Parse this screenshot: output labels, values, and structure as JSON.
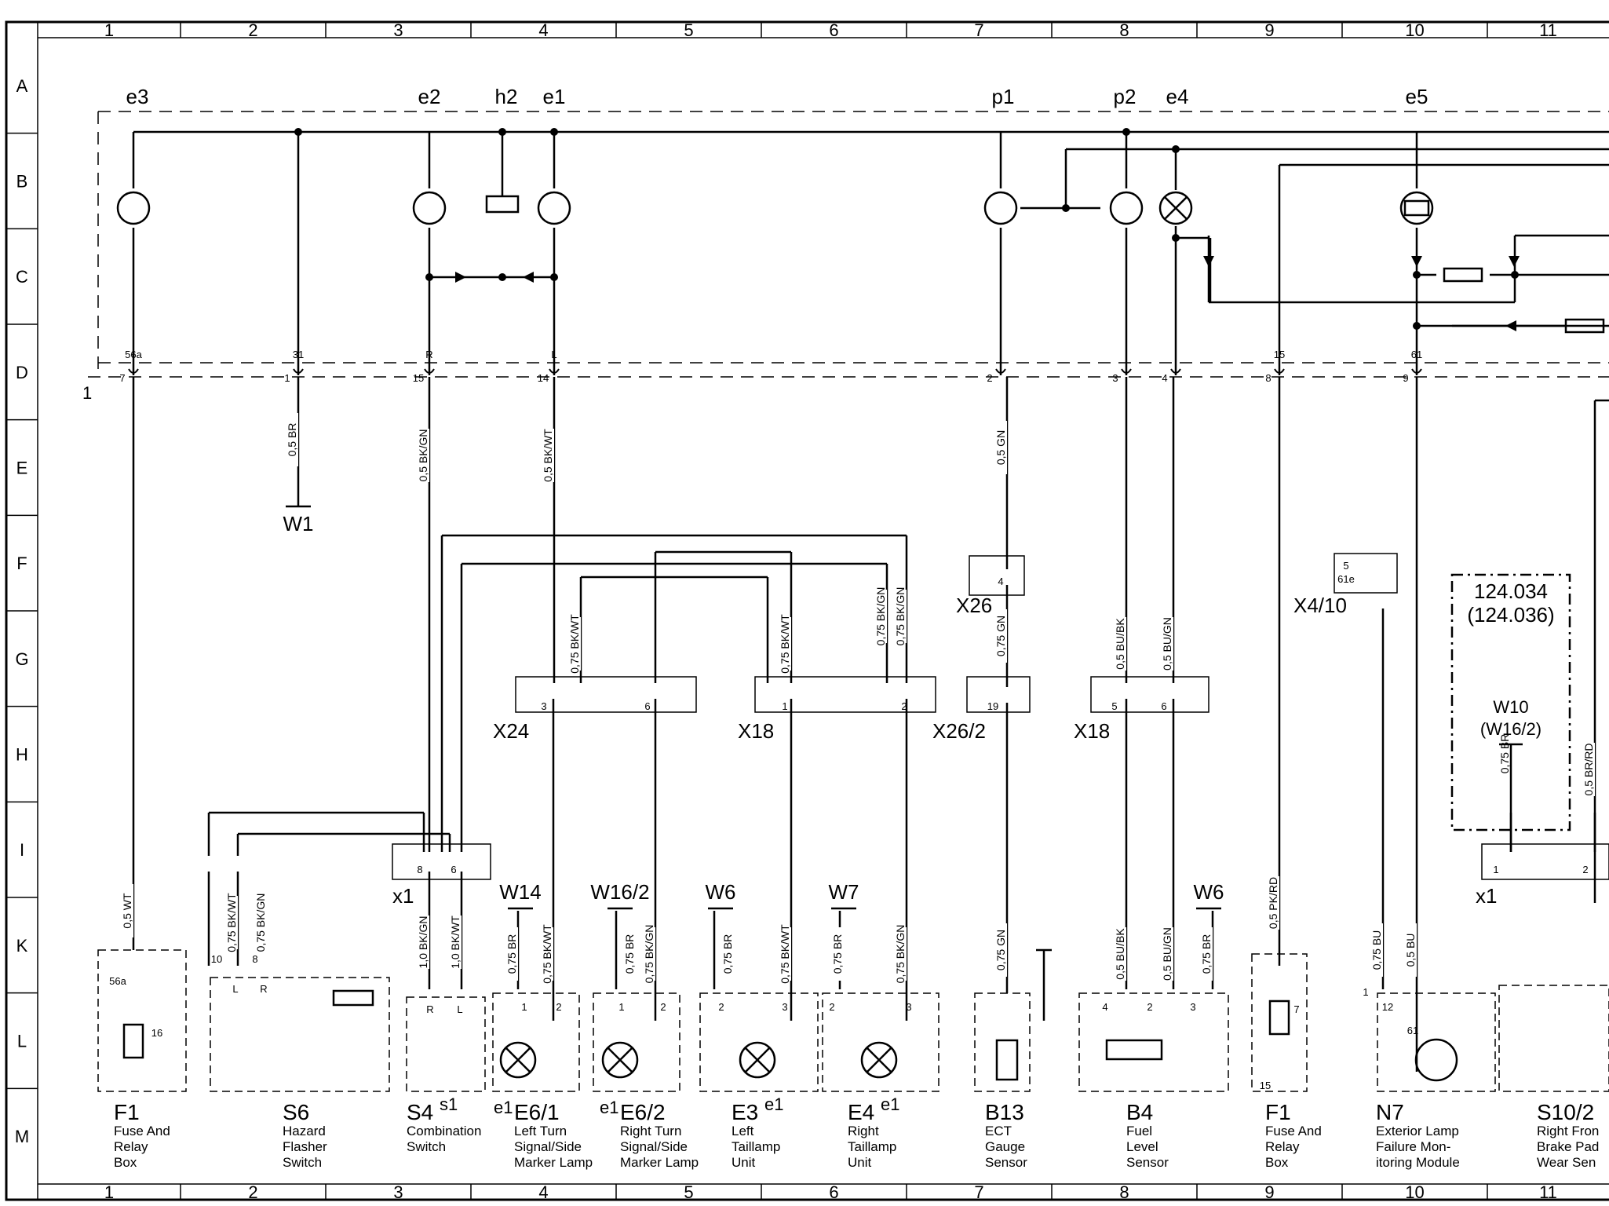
{
  "grid": {
    "columns": [
      "1",
      "2",
      "3",
      "4",
      "5",
      "6",
      "7",
      "8",
      "9",
      "10",
      "11"
    ],
    "rows": [
      "A",
      "B",
      "C",
      "D",
      "E",
      "F",
      "G",
      "H",
      "I",
      "K",
      "L",
      "M"
    ],
    "row_marker": "1"
  },
  "top_terminals": [
    {
      "label": "e3"
    },
    {
      "label": "e2"
    },
    {
      "label": "h2"
    },
    {
      "label": "e1"
    },
    {
      "label": "p1"
    },
    {
      "label": "p2"
    },
    {
      "label": "e4"
    },
    {
      "label": "e5"
    }
  ],
  "cluster_pins": [
    {
      "top": "56a",
      "bottom": "7"
    },
    {
      "top": "31",
      "bottom": "1"
    },
    {
      "top": "R",
      "bottom": "15"
    },
    {
      "top": "L",
      "bottom": "14"
    },
    {
      "top": "",
      "bottom": "2"
    },
    {
      "top": "",
      "bottom": "3"
    },
    {
      "top": "",
      "bottom": "4"
    },
    {
      "top": "15",
      "bottom": "8"
    },
    {
      "top": "61",
      "bottom": "9"
    }
  ],
  "wire_labels": [
    {
      "text": "0,5 BR"
    },
    {
      "text": "0,5 BK/GN"
    },
    {
      "text": "0,5 BK/WT"
    },
    {
      "text": "0,5 GN"
    },
    {
      "text": "0,75 BK/WT"
    },
    {
      "text": "0,75 BK/WT"
    },
    {
      "text": "0,75 BK/GN"
    },
    {
      "text": "0,75 BK/GN"
    },
    {
      "text": "0,75 GN"
    },
    {
      "text": "0,5 BU/BK"
    },
    {
      "text": "0,5 BU/GN"
    },
    {
      "text": "0,75 BR"
    },
    {
      "text": "0,5 BR/RD"
    },
    {
      "text": "0,5 WT"
    },
    {
      "text": "0,75 BK/WT"
    },
    {
      "text": "0,75 BK/GN"
    },
    {
      "text": "1,0 BK/GN"
    },
    {
      "text": "1,0 BK/WT"
    },
    {
      "text": "0,75 BR"
    },
    {
      "text": "0,75 BK/WT"
    },
    {
      "text": "0,75 BR"
    },
    {
      "text": "0,75 BK/GN"
    },
    {
      "text": "0,75 BR"
    },
    {
      "text": "0,75 BK/WT"
    },
    {
      "text": "0,75 BR"
    },
    {
      "text": "0,75 BK/GN"
    },
    {
      "text": "0,75 GN"
    },
    {
      "text": "0,5 BU/BK"
    },
    {
      "text": "0,5 BU/GN"
    },
    {
      "text": "0,75 BR"
    },
    {
      "text": "0,5 PK/RD"
    },
    {
      "text": "0,75 BU"
    },
    {
      "text": "0,5 BU"
    }
  ],
  "connectors": [
    {
      "label": "X26"
    },
    {
      "label": "X24"
    },
    {
      "label": "X18"
    },
    {
      "label": "X26/2"
    },
    {
      "label": "X18"
    },
    {
      "label": "X4/10"
    },
    {
      "label": "x1"
    },
    {
      "label": "x1"
    }
  ],
  "ground_labels": [
    {
      "label": "W1"
    },
    {
      "label": "W14"
    },
    {
      "label": "W16/2"
    },
    {
      "label": "W6"
    },
    {
      "label": "W7"
    },
    {
      "label": "W6"
    }
  ],
  "connector_pins": [
    "4",
    "3",
    "6",
    "1",
    "2",
    "19",
    "5",
    "6",
    "8",
    "6",
    "1",
    "2",
    "10",
    "8",
    "R",
    "L",
    "L",
    "R",
    "1",
    "2",
    "1",
    "2",
    "2",
    "3",
    "2",
    "3",
    "4",
    "2",
    "3",
    "12",
    "61",
    "56a",
    "16",
    "7",
    "15",
    "5",
    "61e",
    "1"
  ],
  "model_note": {
    "line1": "124.034",
    "line2": "(124.036)",
    "ground": "W10",
    "ground_alt": "(W16/2)"
  },
  "components": [
    {
      "id": "F1",
      "sup": "",
      "desc": [
        "Fuse And",
        "Relay",
        "Box"
      ]
    },
    {
      "id": "S6",
      "sup": "",
      "desc": [
        "Hazard",
        "Flasher",
        "Switch"
      ]
    },
    {
      "id": "S4",
      "sup": "s1",
      "desc": [
        "Combination",
        "Switch"
      ]
    },
    {
      "id": "E6/1",
      "pre": "e1",
      "desc": [
        "Left Turn",
        "Signal/Side",
        "Marker Lamp"
      ]
    },
    {
      "id": "E6/2",
      "pre": "e1",
      "desc": [
        "Right Turn",
        "Signal/Side",
        "Marker Lamp"
      ]
    },
    {
      "id": "E3",
      "sup": "e1",
      "desc": [
        "Left",
        "Taillamp",
        "Unit"
      ]
    },
    {
      "id": "E4",
      "sup": "e1",
      "desc": [
        "Right",
        "Taillamp",
        "Unit"
      ]
    },
    {
      "id": "B13",
      "sup": "",
      "desc": [
        "ECT",
        "Gauge",
        "Sensor"
      ]
    },
    {
      "id": "B4",
      "sup": "",
      "desc": [
        "Fuel",
        "Level",
        "Sensor"
      ]
    },
    {
      "id": "F1",
      "sup": "",
      "desc": [
        "Fuse And",
        "Relay",
        "Box"
      ]
    },
    {
      "id": "N7",
      "sup": "",
      "desc": [
        "Exterior Lamp",
        "Failure Mon-",
        "itoring Module"
      ]
    },
    {
      "id": "S10/2",
      "sup": "",
      "desc": [
        "Right Fron",
        "Brake Pad",
        "Wear Sen"
      ]
    }
  ]
}
